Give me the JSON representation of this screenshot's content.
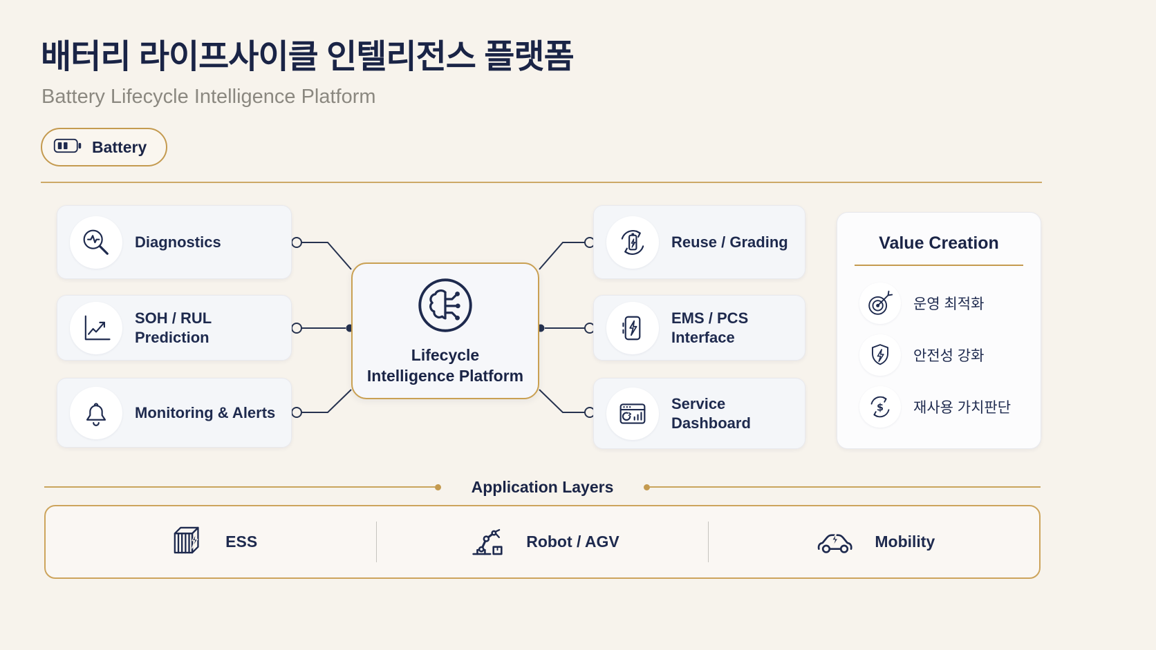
{
  "header": {
    "title_ko": "배터리 라이프사이클 인텔리전스 플랫폼",
    "subtitle": "Battery Lifecycle Intelligence Platform",
    "badge_label": "Battery",
    "badge_icon": "battery-icon"
  },
  "center_platform": {
    "lines": [
      "Lifecycle",
      "Intelligence Platform"
    ],
    "icon": "brain-circuit-icon"
  },
  "left_modules": [
    {
      "lines": [
        "Diagnostics"
      ],
      "icon": "diagnostics-magnifier-icon"
    },
    {
      "lines": [
        "SOH / RUL",
        "Prediction"
      ],
      "icon": "trend-chart-icon"
    },
    {
      "lines": [
        "Monitoring & Alerts"
      ],
      "icon": "bell-icon"
    }
  ],
  "right_modules": [
    {
      "lines": [
        "Reuse / Grading"
      ],
      "icon": "battery-recycle-icon"
    },
    {
      "lines": [
        "EMS / PCS",
        "Interface"
      ],
      "icon": "power-device-icon"
    },
    {
      "lines": [
        "Service",
        "Dashboard"
      ],
      "icon": "dashboard-window-icon"
    }
  ],
  "value_creation": {
    "title": "Value Creation",
    "items": [
      {
        "label": "운영 최적화",
        "icon": "target-arrow-icon"
      },
      {
        "label": "안전성 강화",
        "icon": "shield-bolt-icon"
      },
      {
        "label": "재사용 가치판단",
        "icon": "dollar-cycle-icon"
      }
    ]
  },
  "application_layers": {
    "title": "Application Layers",
    "items": [
      {
        "label": "ESS",
        "icon": "ess-container-icon"
      },
      {
        "label": "Robot / AGV",
        "icon": "robot-arm-icon"
      },
      {
        "label": "Mobility",
        "icon": "ev-car-icon"
      }
    ]
  },
  "colors": {
    "background": "#f7f3ec",
    "navy": "#1e2a4e",
    "gold": "#c49a4f",
    "card_background": "#f4f6f9"
  }
}
